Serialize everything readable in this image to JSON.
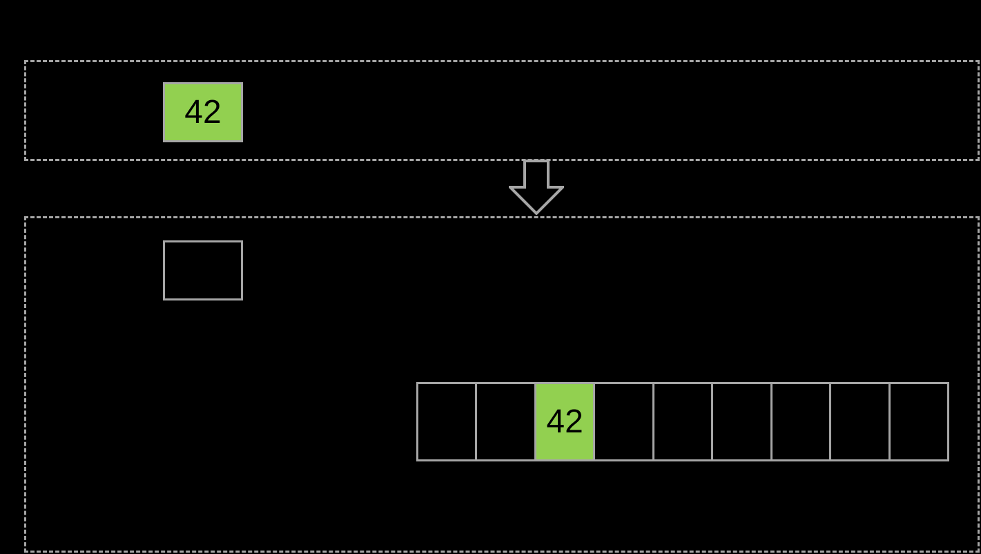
{
  "colors": {
    "background": "#000000",
    "highlight_green": "#92d050",
    "border_gray": "#a6a6a6",
    "text": "#000000"
  },
  "top_panel": {
    "value_box": {
      "label": "42"
    }
  },
  "arrow": {
    "icon": "down-arrow-icon",
    "direction": "down"
  },
  "bottom_panel": {
    "empty_box": {
      "label": ""
    },
    "cell_row": {
      "cell_count": 9,
      "highlighted_index": 2,
      "cells": [
        {
          "label": ""
        },
        {
          "label": ""
        },
        {
          "label": "42"
        },
        {
          "label": ""
        },
        {
          "label": ""
        },
        {
          "label": ""
        },
        {
          "label": ""
        },
        {
          "label": ""
        },
        {
          "label": ""
        }
      ]
    }
  }
}
